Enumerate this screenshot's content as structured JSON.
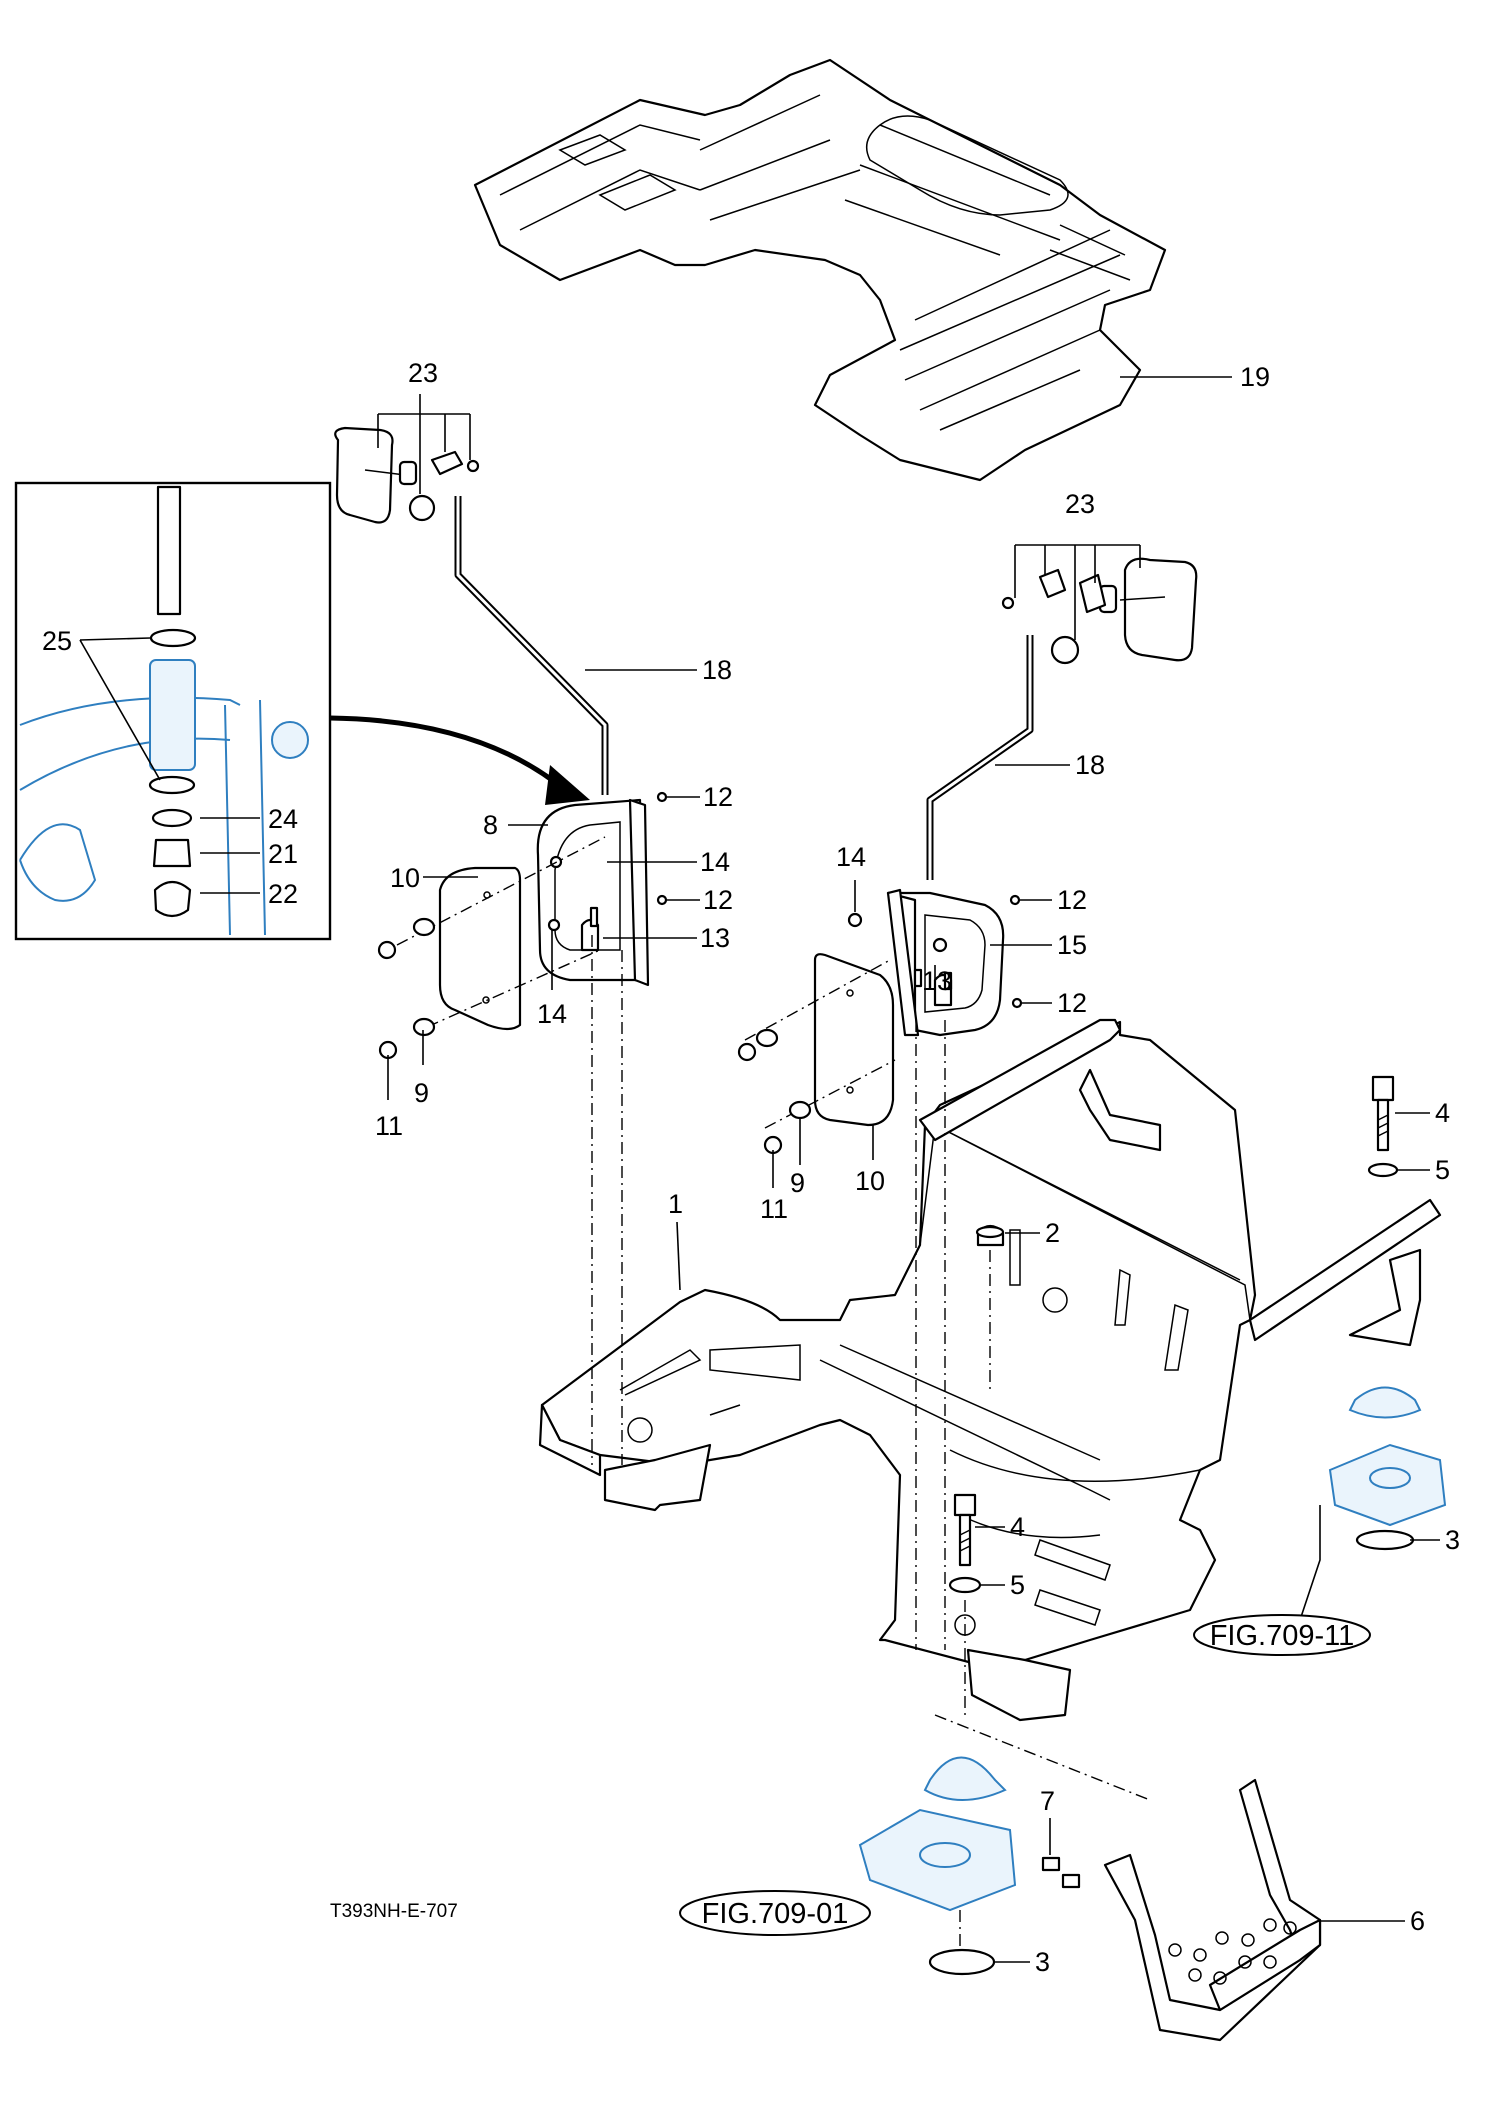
{
  "drawing_code": "T393NH-E-707",
  "figure_refs": {
    "fig_a": "FIG.709-11",
    "fig_b": "FIG.709-01"
  },
  "part_labels": {
    "p1": "1",
    "p2": "2",
    "p3": "3",
    "p4": "4",
    "p5": "5",
    "p6": "6",
    "p7": "7",
    "p8": "8",
    "p9": "9",
    "p10": "10",
    "p11": "11",
    "p12": "12",
    "p13": "13",
    "p14": "14",
    "p15": "15",
    "p18": "18",
    "p19": "19",
    "p21": "21",
    "p22": "22",
    "p23": "23",
    "p24": "24",
    "p25": "25"
  },
  "colors": {
    "line": "#000000",
    "highlight": "#2f7fc0",
    "highlight_fill": "#eaf4fc"
  }
}
